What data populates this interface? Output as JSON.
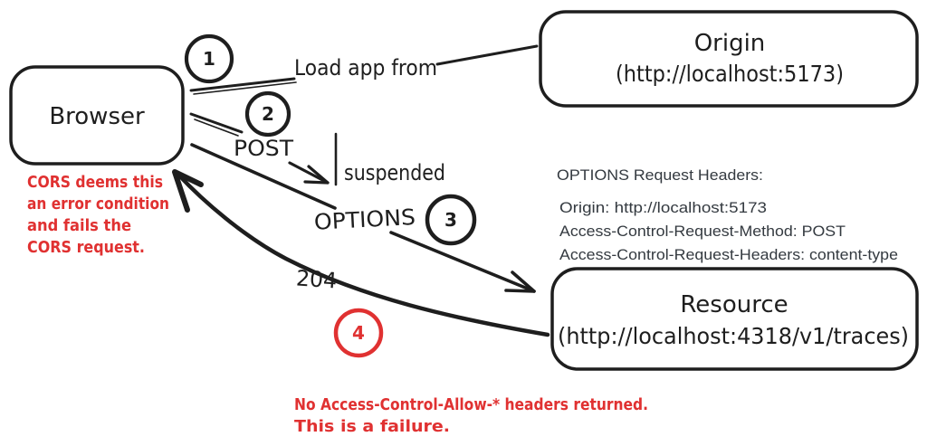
{
  "colors": {
    "ink": "#1e1e1e",
    "red": "#e03131",
    "header_text": "#343a40",
    "background": "#ffffff"
  },
  "nodes": {
    "browser": {
      "label": "Browser"
    },
    "origin": {
      "label": "Origin",
      "url": "(http://localhost:5173)"
    },
    "resource": {
      "label": "Resource",
      "url": "(http://localhost:4318/v1/traces)"
    }
  },
  "steps": {
    "s1": "1",
    "s2": "2",
    "s3": "3",
    "s4": "4"
  },
  "edges": {
    "load_app_from": "Load app from",
    "post": "POST",
    "suspended": "suspended",
    "options": "OPTIONS",
    "status": "204"
  },
  "notes": {
    "cors_error": {
      "line1": "CORS deems this",
      "line2": "an error condition",
      "line3": "and fails the",
      "line4": "CORS request."
    },
    "headers_title": "OPTIONS Request Headers:",
    "headers": {
      "line1": "Origin: http://localhost:5173",
      "line2": "Access-Control-Request-Method: POST",
      "line3": "Access-Control-Request-Headers: content-type"
    },
    "failure": {
      "line1": "No Access-Control-Allow-* headers returned.",
      "line2": "This is a failure."
    }
  }
}
